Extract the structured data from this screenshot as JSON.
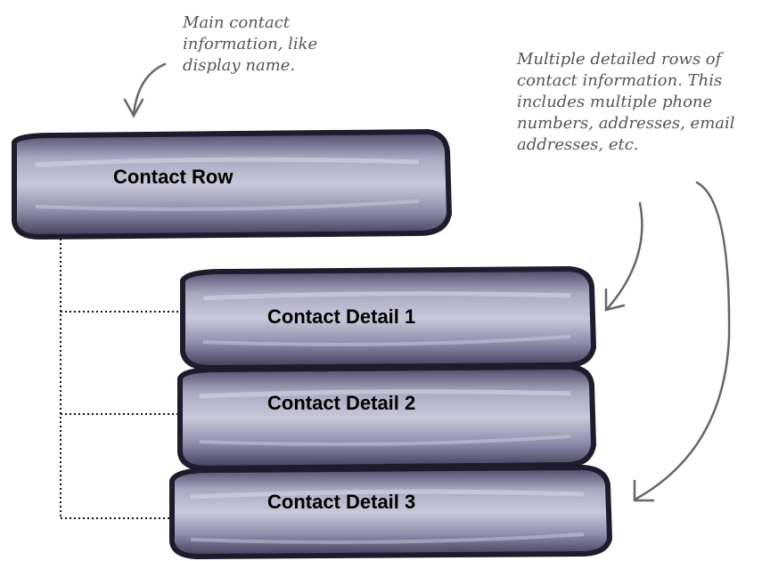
{
  "diagram": {
    "parent": {
      "label": "Contact Row"
    },
    "children": [
      {
        "label": "Contact Detail 1"
      },
      {
        "label": "Contact Detail 2"
      },
      {
        "label": "Contact Detail 3"
      }
    ]
  },
  "annotations": {
    "main": "Main contact\ninformation, like\ndisplay name.",
    "details": "Multiple detailed rows of\ncontact information. This\nincludes multiple phone\nnumbers, addresses, email\naddresses, etc."
  },
  "colors": {
    "bar_fill": "#8a8aa6",
    "bar_highlight": "#b8b8cc",
    "bar_outline": "#1e1b2c",
    "connector": "#111111",
    "annotation_text": "#555555",
    "arrow": "#666666"
  }
}
